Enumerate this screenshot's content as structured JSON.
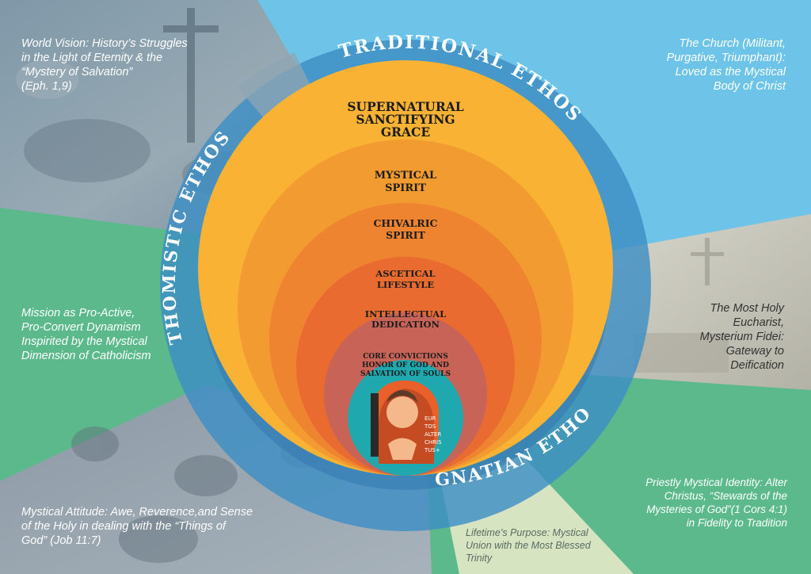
{
  "layers": [
    {
      "lines": [
        "SUPERNATURAL",
        "SANCTIFYING",
        "GRACE"
      ],
      "color": "#F9B233"
    },
    {
      "lines": [
        "MYSTICAL",
        "SPIRIT"
      ],
      "color": "#F29B30"
    },
    {
      "lines": [
        "CHIVALRIC",
        "SPIRIT"
      ],
      "color": "#EE8430"
    },
    {
      "lines": [
        "ASCETICAL",
        "LIFESTYLE"
      ],
      "color": "#E96B30"
    },
    {
      "lines": [
        "INTELLECTUAL",
        "DEDICATION"
      ],
      "color": "#C76357"
    },
    {
      "lines": [
        "CORE CONVICTIONS",
        "HONOR OF GOD AND",
        "SALVATION OF SOULS"
      ],
      "color": "#1FA9AE"
    }
  ],
  "ethos": {
    "traditional": "TRADITIONAL ETHOS",
    "thomistic": "THOMISTIC ETHOS",
    "ignatian": "IGNATIAN ETHOS"
  },
  "corners": {
    "top_left": [
      "World Vision: History’s Struggles",
      "in the Light of Eternity & the",
      "“Mystery of Salvation”",
      "(Eph. 1,9)"
    ],
    "top_right": [
      "The Church (Militant,",
      "Purgative, Triumphant):",
      "Loved as the Mystical",
      "Body of Christ"
    ],
    "mid_left": [
      "Mission as Pro-Active,",
      "Pro-Convert Dynamism",
      "Inspirited by the Mystical",
      "Dimension of Catholicism"
    ],
    "mid_right": [
      "The Most Holy",
      "Eucharist,",
      "Mysterium Fidei:",
      "Gateway to",
      "Deification"
    ],
    "bottom_left": [
      "Mystical Attitude: Awe, Reverence,and Sense",
      "of the Holy in dealing with the “Things of",
      "God” (Job 11:7)"
    ],
    "bottom_right": [
      "Priestly Mystical Identity: Alter",
      "Christus, “Stewards of the",
      "Mysteries of God”(1 Cors 4:1)",
      "in Fidelity to Tradition"
    ],
    "bottom_center": [
      "Lifetime’s Purpose: Mystical",
      "Union with the Most Blessed",
      "Trinity"
    ]
  },
  "icon_text": [
    "EUR",
    "TOS",
    "ALTER",
    "CHRIS",
    "TUS+"
  ],
  "colors": {
    "sky": "#6EC4E8",
    "green": "#5CB98C",
    "pale_green": "#D6E4C2",
    "ring_blue": "#3D8FC4",
    "ring_dark": "#2E76AC"
  }
}
